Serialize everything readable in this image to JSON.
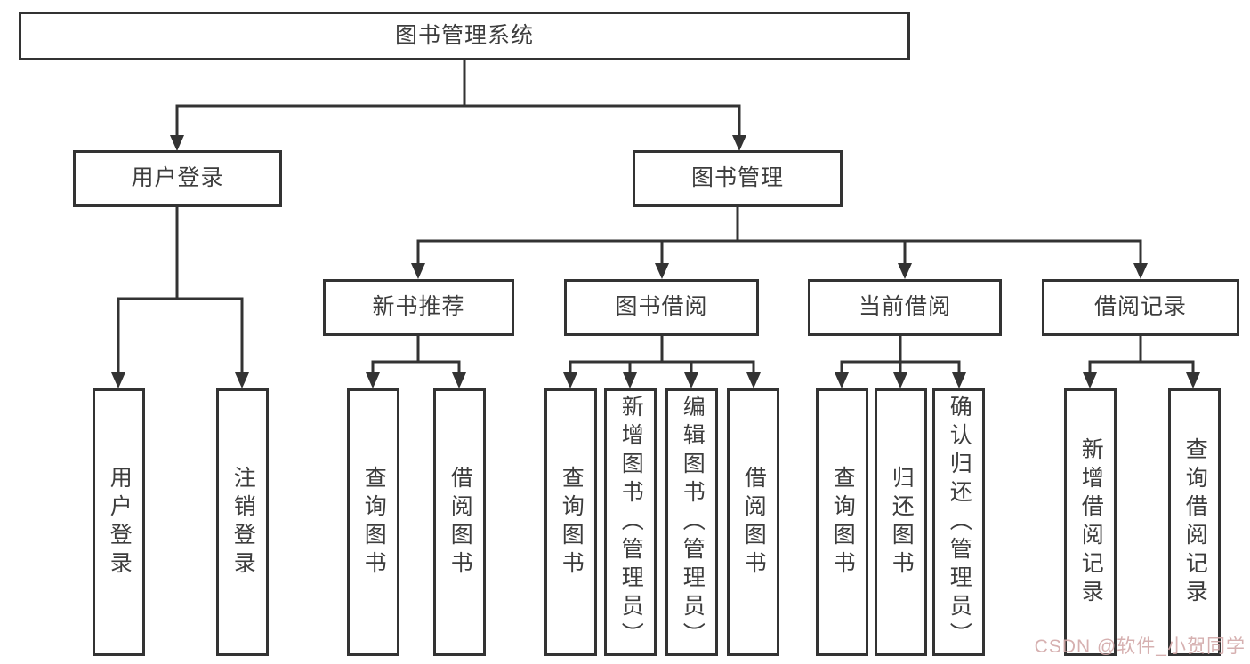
{
  "diagram": {
    "root": {
      "label": "图书管理系统"
    },
    "branches": [
      {
        "label": "用户登录",
        "children": [
          {
            "label": "用户登录"
          },
          {
            "label": "注销登录"
          }
        ]
      },
      {
        "label": "图书管理",
        "children": [
          {
            "label": "新书推荐",
            "children": [
              {
                "label": "查询图书"
              },
              {
                "label": "借阅图书"
              }
            ]
          },
          {
            "label": "图书借阅",
            "children": [
              {
                "label": "查询图书"
              },
              {
                "label": "新增图书（管理员）"
              },
              {
                "label": "编辑图书（管理员）"
              },
              {
                "label": "借阅图书"
              }
            ]
          },
          {
            "label": "当前借阅",
            "children": [
              {
                "label": "查询图书"
              },
              {
                "label": "归还图书"
              },
              {
                "label": "确认归还（管理员）"
              }
            ]
          },
          {
            "label": "借阅记录",
            "children": [
              {
                "label": "新增借阅记录"
              },
              {
                "label": "查询借阅记录"
              }
            ]
          }
        ]
      }
    ]
  },
  "colors": {
    "line": "#333333",
    "box_border": "#333333",
    "box_background": "#ffffff",
    "text": "#3d3d3d",
    "watermark": "#d2a8a8"
  },
  "watermark": {
    "text": "CSDN @软件_小贺同学"
  }
}
